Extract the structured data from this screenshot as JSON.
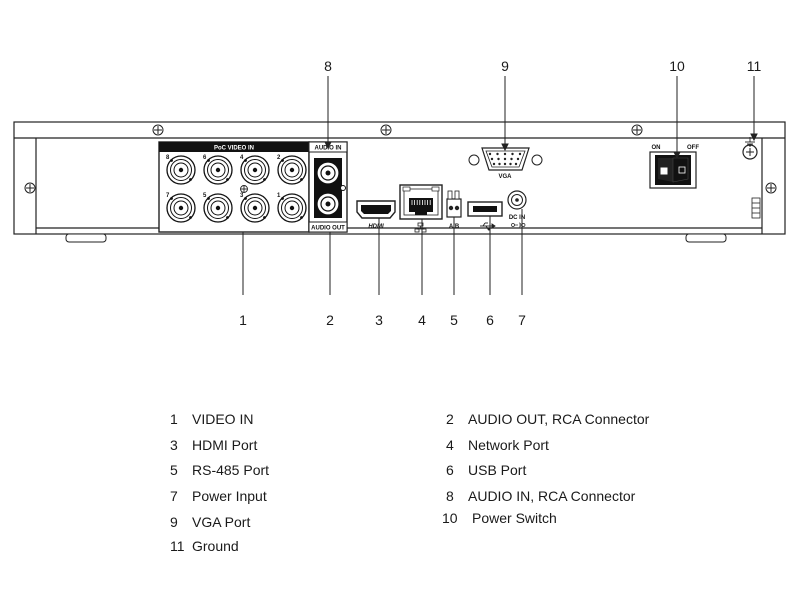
{
  "panel": {
    "poc_video_in": "PoC VIDEO IN",
    "audio_in": "AUDIO IN",
    "audio_out": "AUDIO OUT",
    "vga": "VGA",
    "hdmi": "HDMI",
    "rs485": "A/B",
    "dc_in": "DC IN",
    "on": "ON",
    "off": "OFF",
    "bnc_top_labels": [
      "8",
      "6",
      "4",
      "2"
    ],
    "bnc_bottom_labels": [
      "7",
      "5",
      "3",
      "1"
    ]
  },
  "callouts": [
    "1",
    "2",
    "3",
    "4",
    "5",
    "6",
    "7",
    "8",
    "9",
    "10",
    "11"
  ],
  "legend": [
    {
      "num": "1",
      "label": "VIDEO IN"
    },
    {
      "num": "2",
      "label": "AUDIO OUT, RCA Connector"
    },
    {
      "num": "3",
      "label": "HDMI Port"
    },
    {
      "num": "4",
      "label": "Network Port"
    },
    {
      "num": "5",
      "label": "RS-485 Port"
    },
    {
      "num": "6",
      "label": "USB Port"
    },
    {
      "num": "7",
      "label": "Power Input"
    },
    {
      "num": "8",
      "label": "AUDIO IN, RCA Connector"
    },
    {
      "num": "9",
      "label": "VGA Port"
    },
    {
      "num": "10",
      "label": "Power Switch"
    },
    {
      "num": "11",
      "label": "Ground"
    }
  ]
}
